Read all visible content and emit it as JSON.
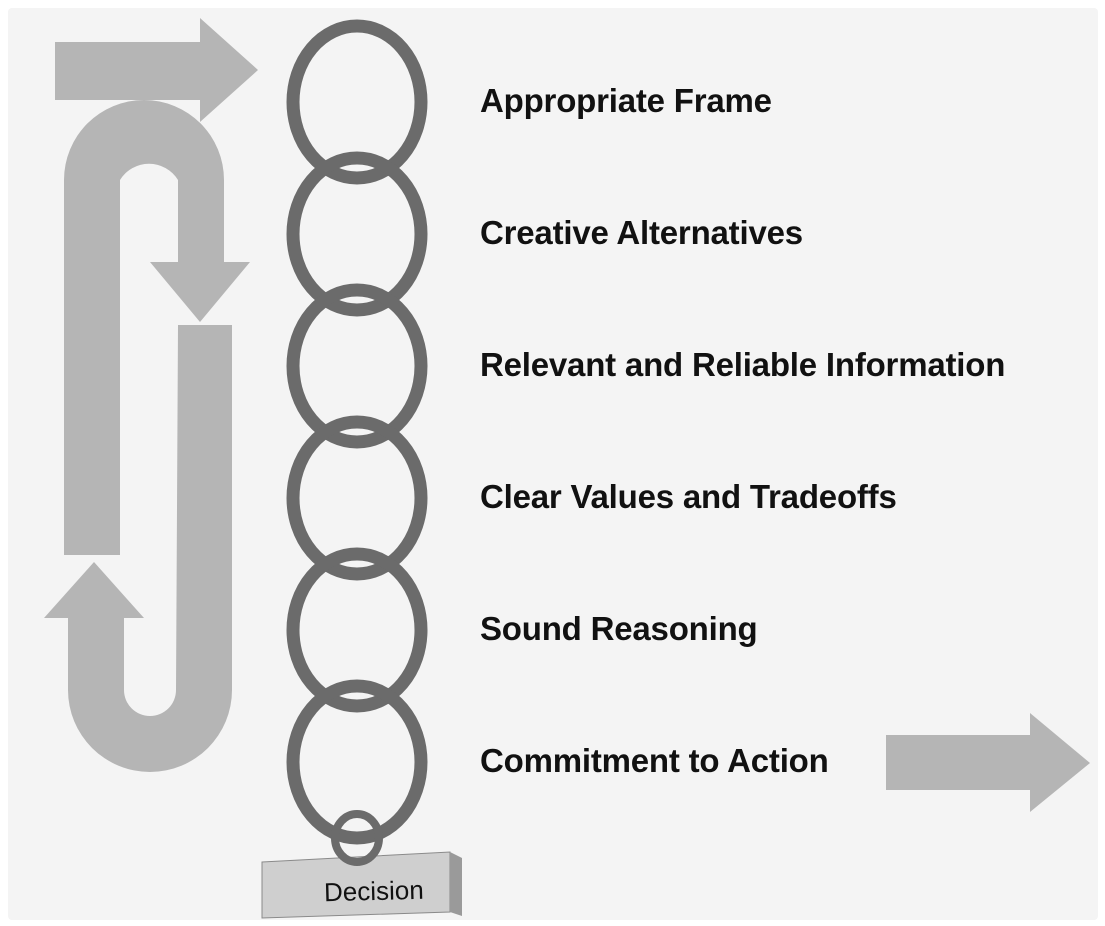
{
  "colors": {
    "background": "#f4f4f4",
    "arrow": "#b5b5b5",
    "chain": "#6b6b6b",
    "block_front": "#cfcfcf",
    "block_top": "#e4e4e4",
    "block_side": "#9a9a9a",
    "text": "#111111"
  },
  "links": [
    {
      "label": "Appropriate Frame"
    },
    {
      "label": "Creative Alternatives"
    },
    {
      "label": "Relevant and Reliable Information"
    },
    {
      "label": "Clear Values and Tradeoffs"
    },
    {
      "label": "Sound Reasoning"
    },
    {
      "label": "Commitment to Action"
    }
  ],
  "base": {
    "label": "Decision"
  }
}
